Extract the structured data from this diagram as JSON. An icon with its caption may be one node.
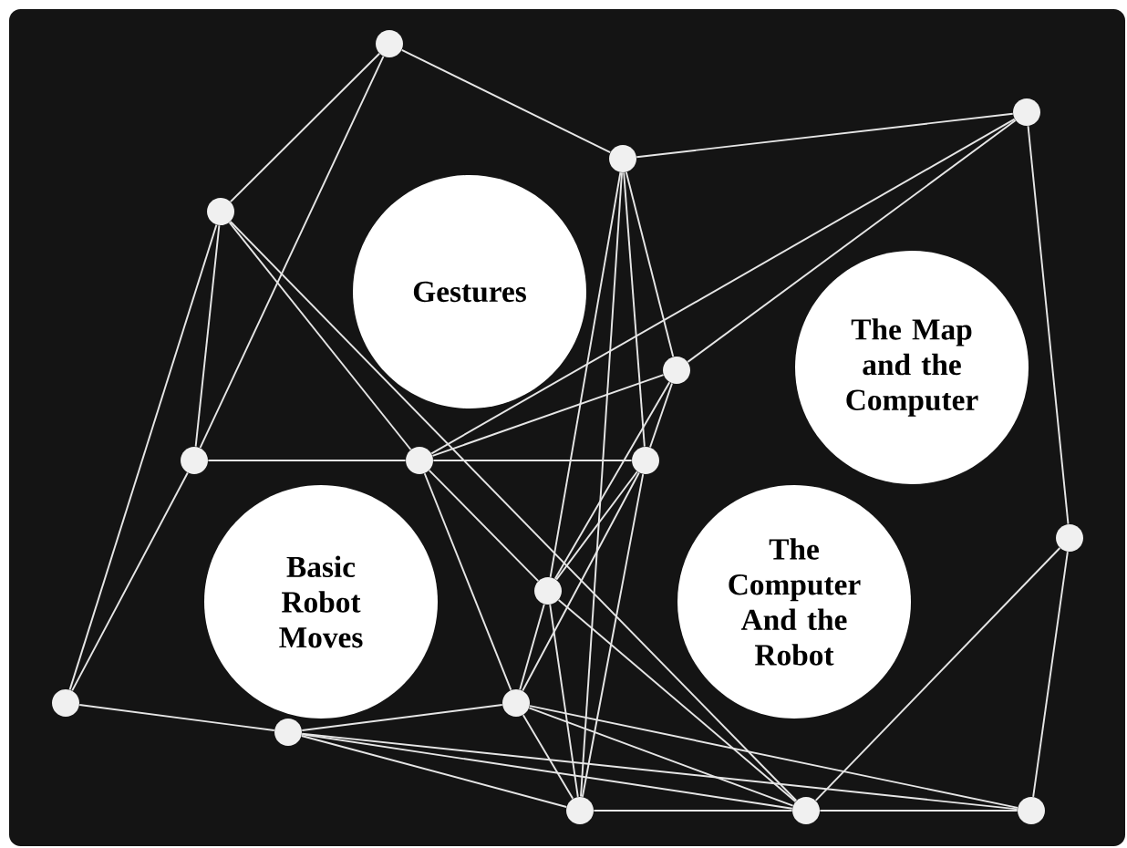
{
  "diagram": {
    "nodes": [
      {
        "text": [],
        "shape": "circle"
      },
      {
        "text": [],
        "shape": "circle"
      },
      {
        "text": [],
        "shape": "circle"
      },
      {
        "text": [],
        "shape": "circle"
      },
      {
        "text": [
          "Gestures"
        ]
      },
      {
        "text": [
          "The Map and the Computer"
        ]
      },
      {
        "text": [],
        "shape": "circle"
      },
      {
        "text": [],
        "shape": "circle"
      },
      {
        "text": [],
        "shape": "circle"
      },
      {
        "text": [],
        "shape": "circle"
      },
      {
        "text": [],
        "shape": "circle"
      },
      {
        "text": [],
        "shape": "circle"
      },
      {
        "text": [
          "Basic Robot Moves"
        ]
      },
      {
        "text": [
          "The Computer And the Robot"
        ]
      },
      {
        "text": [],
        "shape": "circle"
      },
      {
        "text": [],
        "shape": "circle"
      },
      {
        "text": [],
        "shape": "circle"
      },
      {
        "text": [],
        "shape": "circle"
      },
      {
        "text": [],
        "shape": "circle"
      },
      {
        "text": [],
        "shape": "circle"
      }
    ],
    "edges": [
      {
        "from": 0,
        "to": 2,
        "arrow": "none"
      },
      {
        "from": 0,
        "to": 3,
        "arrow": "none"
      },
      {
        "from": 0,
        "to": 7,
        "arrow": "none"
      },
      {
        "from": 1,
        "to": 2,
        "arrow": "none"
      },
      {
        "from": 1,
        "to": 6,
        "arrow": "none"
      },
      {
        "from": 1,
        "to": 8,
        "arrow": "none"
      },
      {
        "from": 1,
        "to": 10,
        "arrow": "none"
      },
      {
        "from": 2,
        "to": 6,
        "arrow": "none"
      },
      {
        "from": 2,
        "to": 9,
        "arrow": "none"
      },
      {
        "from": 2,
        "to": 11,
        "arrow": "none"
      },
      {
        "from": 2,
        "to": 17,
        "arrow": "none"
      },
      {
        "from": 3,
        "to": 7,
        "arrow": "none"
      },
      {
        "from": 3,
        "to": 8,
        "arrow": "none"
      },
      {
        "from": 3,
        "to": 14,
        "arrow": "none"
      },
      {
        "from": 3,
        "to": 18,
        "arrow": "none"
      },
      {
        "from": 6,
        "to": 8,
        "arrow": "none"
      },
      {
        "from": 6,
        "to": 9,
        "arrow": "none"
      },
      {
        "from": 6,
        "to": 11,
        "arrow": "none"
      },
      {
        "from": 7,
        "to": 8,
        "arrow": "none"
      },
      {
        "from": 7,
        "to": 14,
        "arrow": "none"
      },
      {
        "from": 8,
        "to": 9,
        "arrow": "none"
      },
      {
        "from": 8,
        "to": 11,
        "arrow": "none"
      },
      {
        "from": 8,
        "to": 15,
        "arrow": "none"
      },
      {
        "from": 9,
        "to": 11,
        "arrow": "none"
      },
      {
        "from": 9,
        "to": 15,
        "arrow": "none"
      },
      {
        "from": 9,
        "to": 17,
        "arrow": "none"
      },
      {
        "from": 10,
        "to": 18,
        "arrow": "none"
      },
      {
        "from": 10,
        "to": 19,
        "arrow": "none"
      },
      {
        "from": 11,
        "to": 15,
        "arrow": "none"
      },
      {
        "from": 11,
        "to": 17,
        "arrow": "none"
      },
      {
        "from": 11,
        "to": 18,
        "arrow": "none"
      },
      {
        "from": 14,
        "to": 16,
        "arrow": "none"
      },
      {
        "from": 15,
        "to": 16,
        "arrow": "none"
      },
      {
        "from": 15,
        "to": 17,
        "arrow": "none"
      },
      {
        "from": 15,
        "to": 18,
        "arrow": "none"
      },
      {
        "from": 15,
        "to": 19,
        "arrow": "none"
      },
      {
        "from": 16,
        "to": 17,
        "arrow": "none"
      },
      {
        "from": 16,
        "to": 18,
        "arrow": "none"
      },
      {
        "from": 16,
        "to": 19,
        "arrow": "none"
      },
      {
        "from": 17,
        "to": 18,
        "arrow": "none"
      },
      {
        "from": 18,
        "to": 19,
        "arrow": "none"
      }
    ]
  }
}
